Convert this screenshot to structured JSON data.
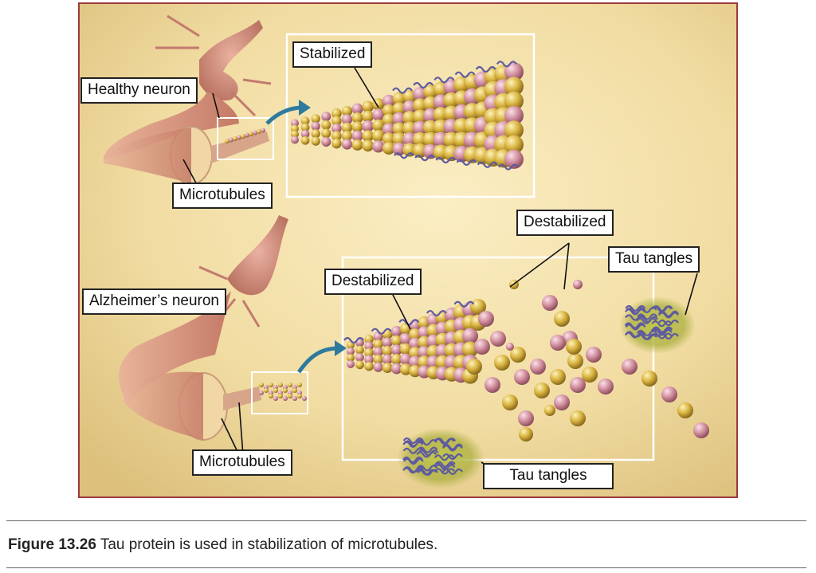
{
  "labels": {
    "stabilized": "Stabilized",
    "healthy_neuron": "Healthy neuron",
    "microtubules_top": "Microtubules",
    "destabilized_top": "Destabilized",
    "tau_tangles_top": "Tau tangles",
    "destabilized_mid": "Destabilized",
    "alzheimers_neuron": "Alzheimer’s neuron",
    "microtubules_bottom": "Microtubules",
    "tau_tangles_bottom": "Tau tangles"
  },
  "caption": {
    "figure_number": "Figure 13.26",
    "text": "Tau protein is used in stabilization of microtubules."
  },
  "colors": {
    "frame_border": "#9a3b3b",
    "background": "#f2dfa6",
    "tubulin_gold": "#d9b84a",
    "tubulin_pink": "#d89aa8",
    "tau_protein": "#6a64a8",
    "tangle_glow": "#a8b43a"
  }
}
